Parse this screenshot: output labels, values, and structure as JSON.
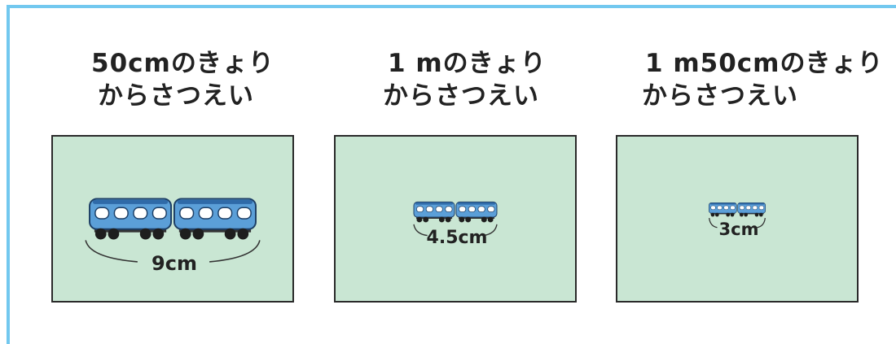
{
  "panels": [
    {
      "caption_lines": [
        "50cmのきょり",
        "からさつえい"
      ],
      "measurement": "9cm"
    },
    {
      "caption_lines": [
        "1 mのきょり",
        "からさつえい"
      ],
      "measurement": "4.5cm"
    },
    {
      "caption_lines": [
        "1 m50cmのきょり",
        "からさつえい"
      ],
      "measurement": "3cm"
    }
  ],
  "colors": {
    "frame": "#72c8ef",
    "photo_background": "#c9e6d3",
    "train_body": "#5b9fd8",
    "train_roof": "#2f6aa8",
    "wheels": "#1e1e1e"
  },
  "icons": [
    "train-icon"
  ]
}
